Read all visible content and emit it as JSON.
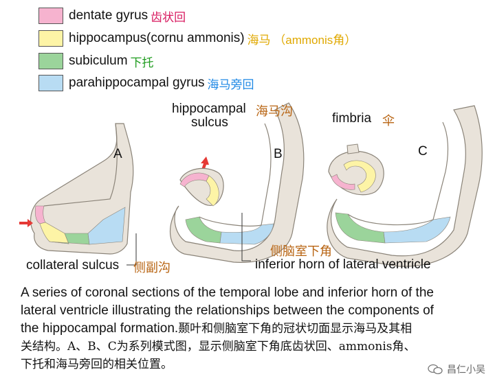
{
  "legend": [
    {
      "en": "dentate gyrus",
      "zh": "齿状回",
      "swatch": "#f6b3cf",
      "zh_color": "#d81b60"
    },
    {
      "en": "hippocampus(cornu ammonis)",
      "zh": "海马 （ammonis角）",
      "swatch": "#fdf4a6",
      "zh_color": "#e0a800"
    },
    {
      "en": "subiculum",
      "zh": "下托",
      "swatch": "#9bd49b",
      "zh_color": "#1f9c1f"
    },
    {
      "en": "parahippocampal gyrus",
      "zh": "海马旁回",
      "swatch": "#b8dcf3",
      "zh_color": "#1e88e5"
    }
  ],
  "labels": {
    "a": "A",
    "b": "B",
    "c": "C",
    "hippocampal_sulcus_1": "hippocampal",
    "hippocampal_sulcus_2": "sulcus",
    "hippocampal_sulcus_zh": "海马沟",
    "fimbria": "fimbria",
    "fimbria_zh": "伞",
    "collateral_sulcus": "collateral sulcus",
    "collateral_sulcus_zh": "侧副沟",
    "inferior_horn_zh": "侧脑室下角",
    "inferior_horn": "inferior horn of lateral ventricle"
  },
  "caption": {
    "en_1": "A series of coronal sections of the temporal lobe and inferior horn of the",
    "en_2": "lateral ventricle illustrating the relationships between the components of",
    "en_3": "the hippocampal formation.",
    "zh_3": "颞叶和侧脑室下角的冠状切面显示海马及其相",
    "zh_4": "关结构。A、B、C为系列模式图，显示侧脑室下角底齿状回、ammonis角、",
    "zh_5": "下托和海马旁回的相关位置。"
  },
  "watermark": "昌仁小吴"
}
